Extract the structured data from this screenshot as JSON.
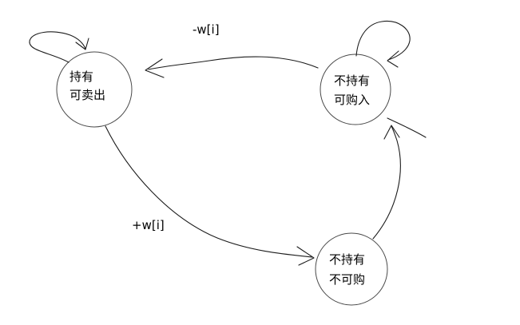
{
  "diagram": {
    "kind": "hand-drawn state machine sketch",
    "states": {
      "hold": {
        "line1": "持有",
        "line2": "可卖出"
      },
      "empty_can_buy": {
        "line1": "不持有",
        "line2": "可购入"
      },
      "empty_no_buy": {
        "line1": "不持有",
        "line2": "不可购"
      }
    },
    "edges": {
      "buy": {
        "label": "-w[i]",
        "from": "empty_can_buy",
        "to": "hold"
      },
      "sell": {
        "label": "+w[i]",
        "from": "hold",
        "to": "empty_no_buy"
      },
      "cooldown": {
        "label": "",
        "from": "empty_no_buy",
        "to": "empty_can_buy"
      },
      "hold_self_loop": {
        "label": "",
        "from": "hold",
        "to": "hold"
      },
      "empty_can_buy_self_loop": {
        "label": "",
        "from": "empty_can_buy",
        "to": "empty_can_buy"
      }
    },
    "colors": {
      "stroke": "#1c1c1c",
      "circle_stroke": "#4a4a4a",
      "background": "#ffffff"
    }
  }
}
